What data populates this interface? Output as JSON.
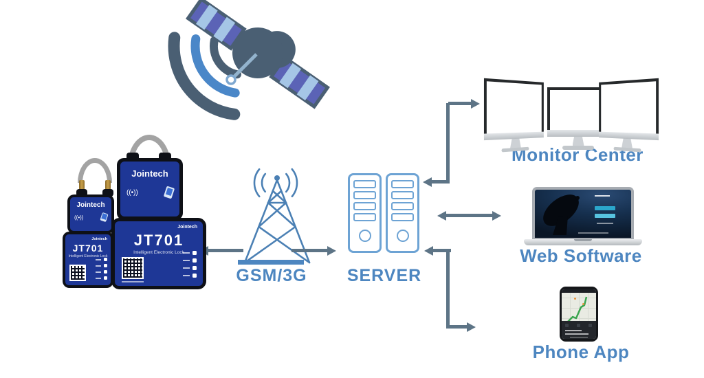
{
  "palette": {
    "accent_blue": "#4d86c0",
    "device_blue": "#1e3796",
    "arrow_gray": "#5d7486",
    "tower_blue": "#4b80b4",
    "server_outline_blue": "#6da3d4",
    "satellite_dark": "#4a5f73",
    "satellite_wave_light": "#4a87c8",
    "panel_indigo": "#5b63b6",
    "panel_light": "#a5c6e6"
  },
  "locks": [
    {
      "brand": "Jointech",
      "model": "JT701",
      "tagline": "Intelligent Electronic Lock",
      "led_rows": 4
    },
    {
      "brand": "Jointech",
      "model": "JT701",
      "tagline": "Intelligent Electronic Lock",
      "led_rows": 4
    }
  ],
  "icons": {
    "nfc": "((•))"
  },
  "network": {
    "label": "GSM/3G"
  },
  "server": {
    "label": "SERVER"
  },
  "endpoints": [
    {
      "label": "Monitor Center"
    },
    {
      "label": "Web Software"
    },
    {
      "label": "Phone App"
    }
  ]
}
